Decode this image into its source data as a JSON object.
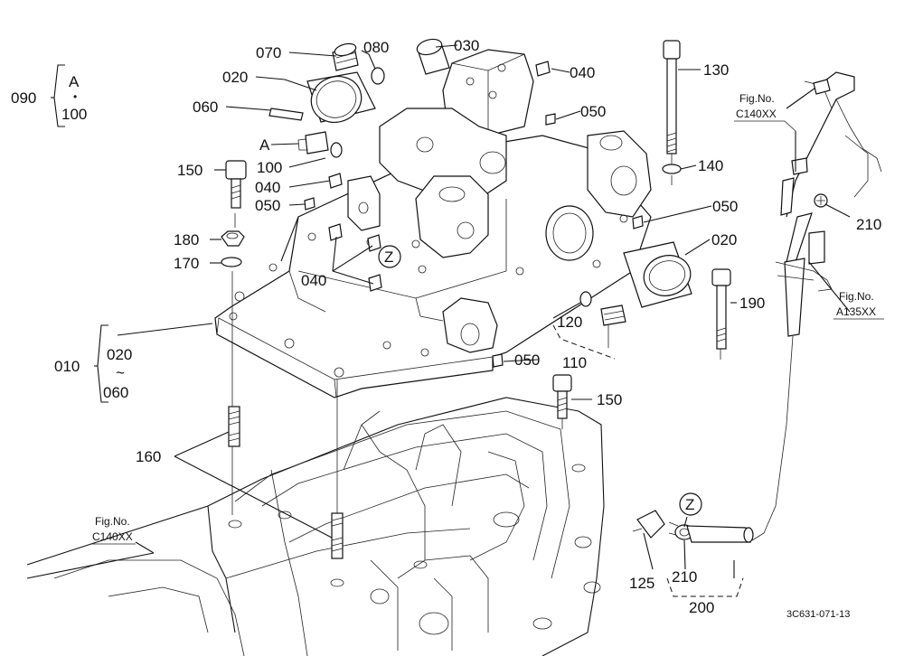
{
  "labels": {
    "p070": "070",
    "p080": "080",
    "p030": "030",
    "p040a": "040",
    "p020a": "020",
    "p060": "060",
    "p050a": "050",
    "p130": "130",
    "pA1": "A",
    "p100b": "100",
    "p140": "140",
    "p150a": "150",
    "p040b": "040",
    "p050b": "050",
    "p050c": "050",
    "p180": "180",
    "p170": "170",
    "pZ1": "Z",
    "p040c": "040",
    "p020b": "020",
    "p190": "190",
    "p120": "120",
    "p110": "110",
    "p050d": "050",
    "p150b": "150",
    "p160": "160",
    "p125": "125",
    "p210a": "210",
    "p200": "200",
    "pZ2": "Z",
    "p210b": "210"
  },
  "group_090": {
    "num": "090",
    "top": "A",
    "dot": "•",
    "bottom": "100"
  },
  "group_010": {
    "num": "010",
    "top": "020",
    "tilde": "~",
    "bottom": "060"
  },
  "refs": {
    "c140_top": {
      "line1": "Fig.No.",
      "line2": "C140XX"
    },
    "a135": {
      "line1": "Fig.No.",
      "line2": "A135XX"
    },
    "c140_bottom": {
      "line1": "Fig.No.",
      "line2": "C140XX"
    }
  },
  "drawing_code": "3C631-071-13"
}
